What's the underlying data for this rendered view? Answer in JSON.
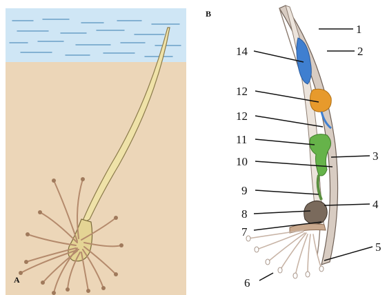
{
  "figure": {
    "panel_a": "A",
    "panel_b": "B"
  },
  "labels": {
    "l1": "1",
    "l2": "2",
    "l3": "3",
    "l4": "4",
    "l5": "5",
    "l6": "6",
    "l7": "7",
    "l8": "8",
    "l9": "9",
    "l10": "10",
    "l11": "11",
    "l12a": "12",
    "l12b": "12",
    "l14": "14"
  },
  "colors": {
    "water": "#cfe6f5",
    "sediment": "#ecd6b8",
    "worm_body": "#efe2a8",
    "tentacle": "#b48a6c",
    "blue_organ": "#3f7fd0",
    "orange_organ": "#e79a2c",
    "green_organ": "#66b34a",
    "tube": "#d8ccc2"
  }
}
